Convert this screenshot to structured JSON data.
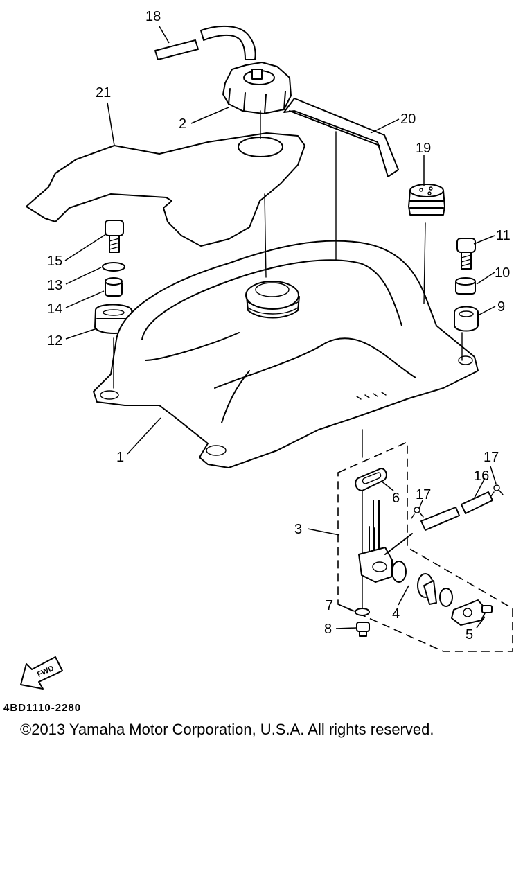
{
  "diagram": {
    "callouts": [
      "1",
      "2",
      "3",
      "4",
      "5",
      "6",
      "7",
      "8",
      "9",
      "10",
      "11",
      "12",
      "13",
      "14",
      "15",
      "16",
      "17",
      "17",
      "18",
      "19",
      "20",
      "21"
    ],
    "fwd_label": "FWD",
    "catalog_code": "4BD1110-2280",
    "copyright": "©2013 Yamaha Motor Corporation, U.S.A. All rights reserved."
  }
}
